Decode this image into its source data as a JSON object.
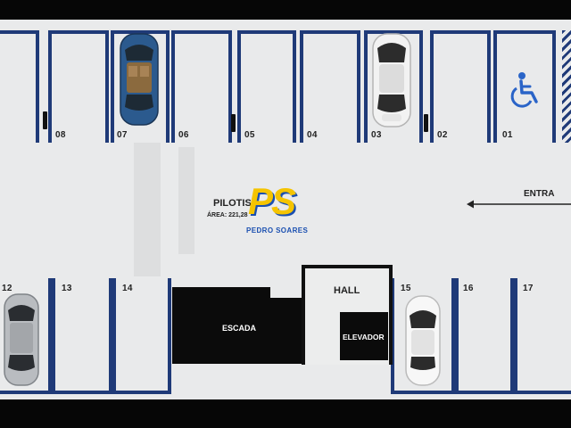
{
  "top_spots": [
    "08",
    "07",
    "06",
    "05",
    "04",
    "03",
    "02",
    "01"
  ],
  "bottom_spots": [
    "12",
    "13",
    "14",
    "15",
    "16",
    "17"
  ],
  "labels": {
    "pilotis": "PILOTIS",
    "area": "ÁREA: 221,28",
    "entry": "ENTRA",
    "hall": "HALL",
    "stairs": "ESCADA",
    "elevator": "ELEVADOR"
  },
  "logo": {
    "mark": "PS",
    "name": "PEDRO SOARES"
  },
  "icons": {
    "accessible": "wheelchair-icon",
    "entry_arrow": "arrow-left-icon"
  },
  "colors": {
    "lines": "#1f3a78",
    "floor": "#e9eaeb",
    "logo_yellow": "#f5c400",
    "logo_blue": "#1a4fb0"
  }
}
